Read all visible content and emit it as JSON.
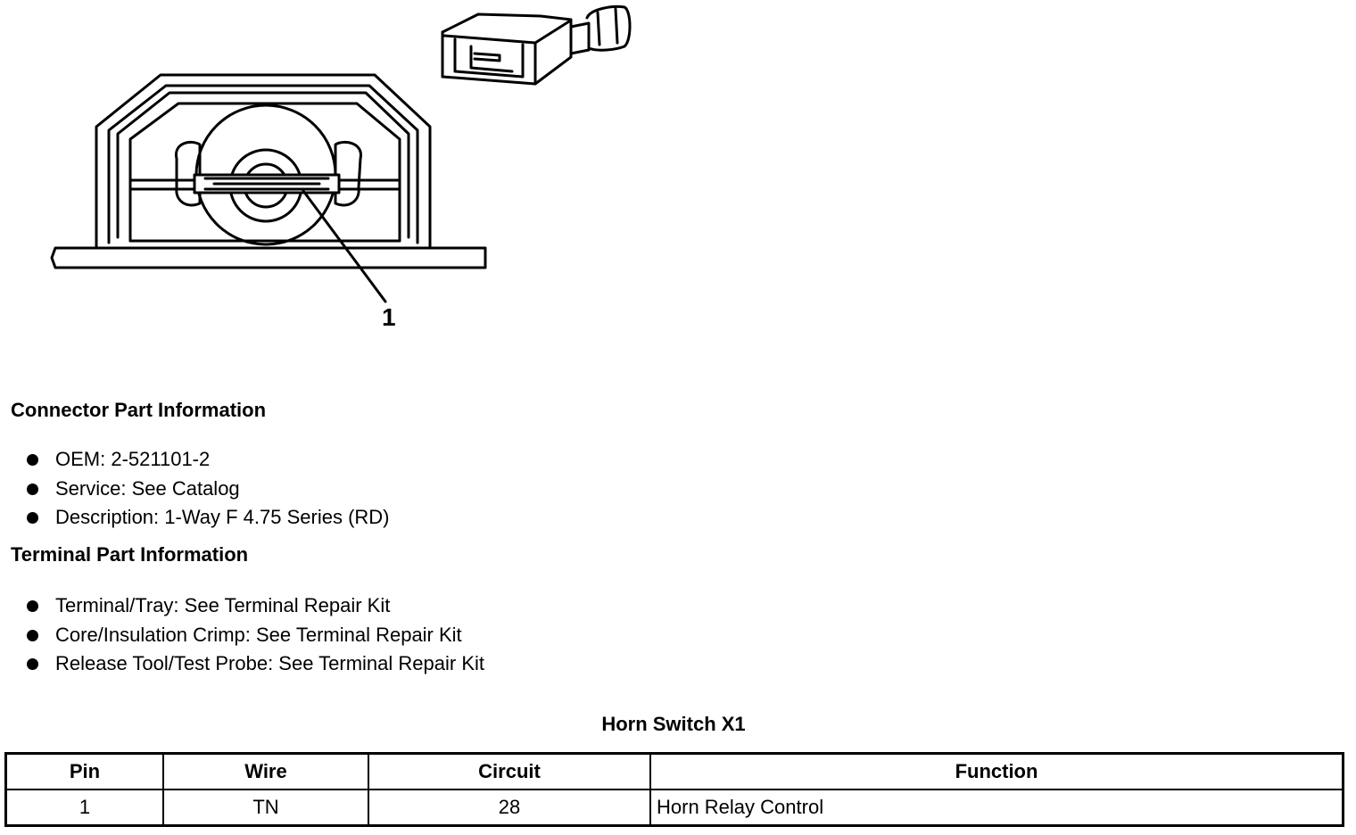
{
  "illustration": {
    "callout": "1"
  },
  "connector_info": {
    "heading": "Connector Part Information",
    "items": [
      "OEM: 2-521101-2",
      "Service: See Catalog",
      "Description: 1-Way F 4.75 Series (RD)"
    ]
  },
  "terminal_info": {
    "heading": "Terminal Part Information",
    "items": [
      "Terminal/Tray: See Terminal Repair Kit",
      "Core/Insulation Crimp: See Terminal Repair Kit",
      "Release Tool/Test Probe: See Terminal Repair Kit"
    ]
  },
  "table": {
    "title": "Horn Switch X1",
    "columns": [
      "Pin",
      "Wire",
      "Circuit",
      "Function"
    ],
    "rows": [
      {
        "pin": "1",
        "wire": "TN",
        "circuit": "28",
        "function": "Horn Relay Control"
      }
    ]
  }
}
